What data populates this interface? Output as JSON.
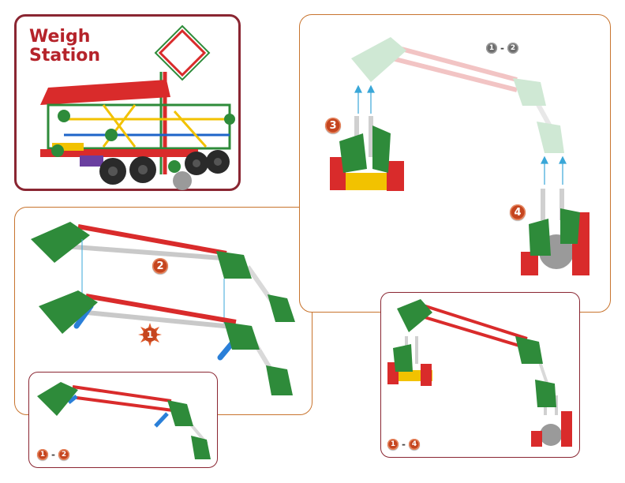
{
  "title": {
    "line1": "Weigh",
    "line2": "Station"
  },
  "steps": {
    "step1": "1",
    "step2": "2",
    "step3": "3",
    "step4": "4",
    "range_1_2_from": "1",
    "range_1_2_to": "2",
    "range_1_4_from": "1",
    "range_1_4_to": "4",
    "range_sep": "-"
  },
  "colors": {
    "frame_orange": "#c8742e",
    "frame_maroon": "#8a2632",
    "rod_red": "#d92b2b",
    "connector_green": "#2e8b3a",
    "badge": "#c5451f"
  }
}
